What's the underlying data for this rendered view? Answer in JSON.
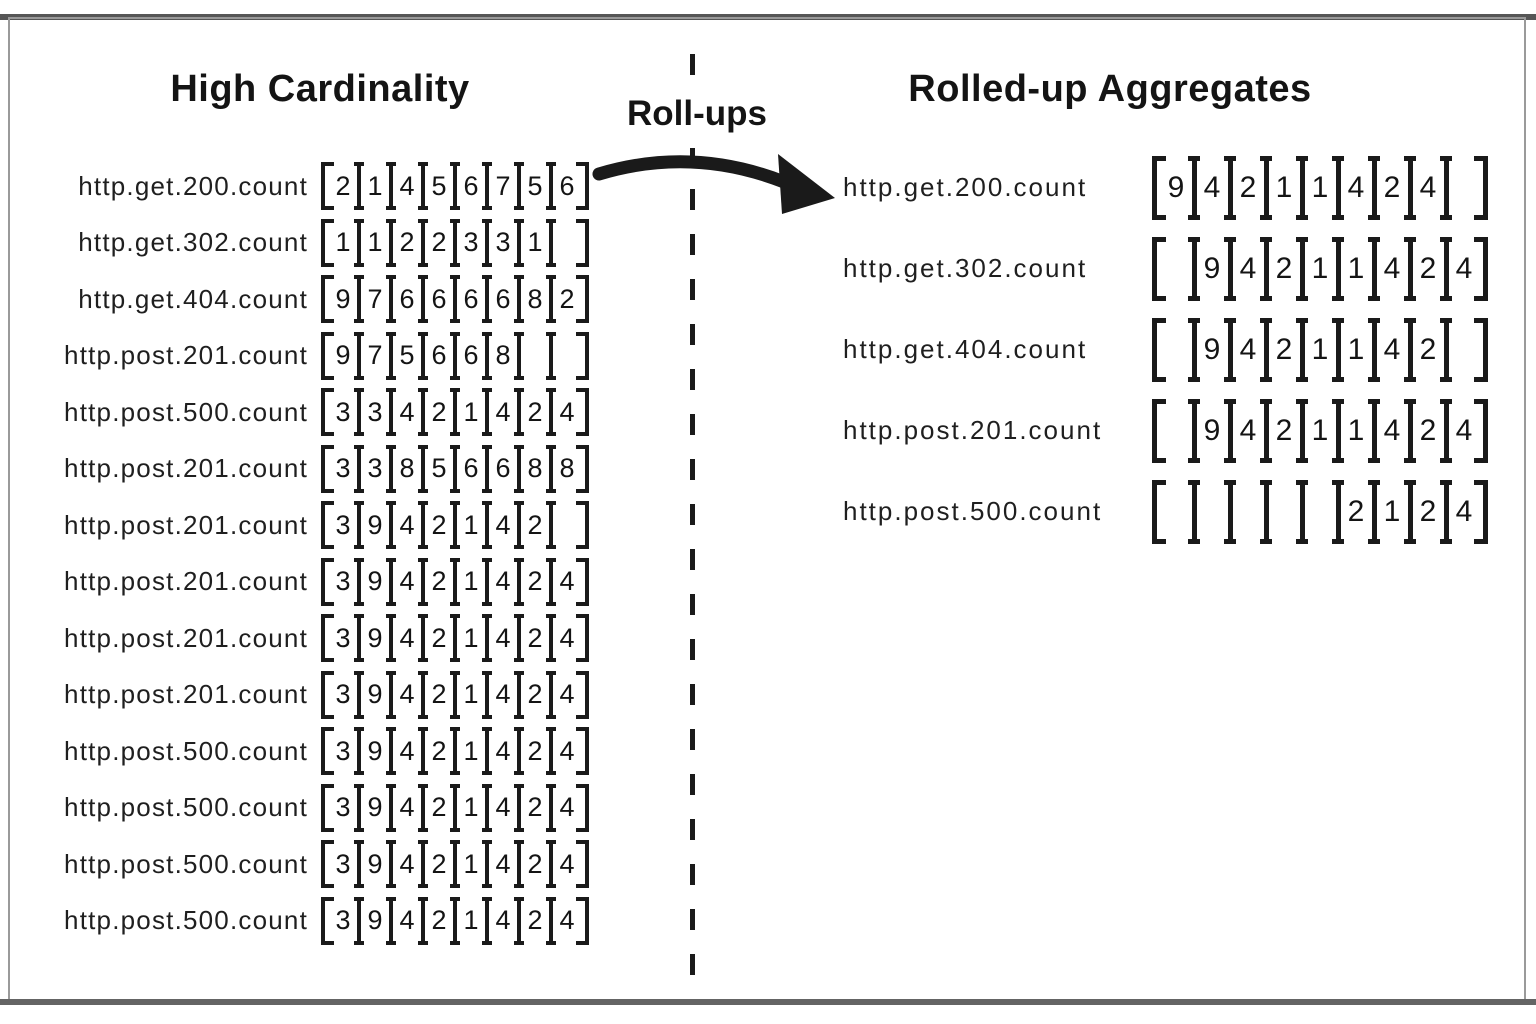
{
  "header": {
    "left_title": "High Cardinality",
    "divider_label": "Roll-ups",
    "right_title": "Rolled-up Aggregates"
  },
  "colors": {
    "ink": "#1a1a1a",
    "rule_gray": "#565656",
    "box_border": "#9a9a9a",
    "background": "#ffffff"
  },
  "left_panel": {
    "title": "High Cardinality",
    "rows": [
      {
        "label": "http.get.200.count",
        "cells": [
          "2",
          "1",
          "4",
          "5",
          "6",
          "7",
          "5",
          "6"
        ]
      },
      {
        "label": "http.get.302.count",
        "cells": [
          "1",
          "1",
          "2",
          "2",
          "3",
          "3",
          "1",
          ""
        ]
      },
      {
        "label": "http.get.404.count",
        "cells": [
          "9",
          "7",
          "6",
          "6",
          "6",
          "6",
          "8",
          "2"
        ]
      },
      {
        "label": "http.post.201.count",
        "cells": [
          "9",
          "7",
          "5",
          "6",
          "6",
          "8",
          "",
          ""
        ]
      },
      {
        "label": "http.post.500.count",
        "cells": [
          "3",
          "3",
          "4",
          "2",
          "1",
          "4",
          "2",
          "4"
        ]
      },
      {
        "label": "http.post.201.count",
        "cells": [
          "3",
          "3",
          "8",
          "5",
          "6",
          "6",
          "8",
          "8"
        ]
      },
      {
        "label": "http.post.201.count",
        "cells": [
          "3",
          "9",
          "4",
          "2",
          "1",
          "4",
          "2",
          ""
        ]
      },
      {
        "label": "http.post.201.count",
        "cells": [
          "3",
          "9",
          "4",
          "2",
          "1",
          "4",
          "2",
          "4"
        ]
      },
      {
        "label": "http.post.201.count",
        "cells": [
          "3",
          "9",
          "4",
          "2",
          "1",
          "4",
          "2",
          "4"
        ]
      },
      {
        "label": "http.post.201.count",
        "cells": [
          "3",
          "9",
          "4",
          "2",
          "1",
          "4",
          "2",
          "4"
        ]
      },
      {
        "label": "http.post.500.count",
        "cells": [
          "3",
          "9",
          "4",
          "2",
          "1",
          "4",
          "2",
          "4"
        ]
      },
      {
        "label": "http.post.500.count",
        "cells": [
          "3",
          "9",
          "4",
          "2",
          "1",
          "4",
          "2",
          "4"
        ]
      },
      {
        "label": "http.post.500.count",
        "cells": [
          "3",
          "9",
          "4",
          "2",
          "1",
          "4",
          "2",
          "4"
        ]
      },
      {
        "label": "http.post.500.count",
        "cells": [
          "3",
          "9",
          "4",
          "2",
          "1",
          "4",
          "2",
          "4"
        ]
      }
    ]
  },
  "right_panel": {
    "title": "Rolled-up Aggregates",
    "rows": [
      {
        "label": "http.get.200.count",
        "cells": [
          "9",
          "4",
          "2",
          "1",
          "1",
          "4",
          "2",
          "4",
          ""
        ]
      },
      {
        "label": "http.get.302.count",
        "cells": [
          "",
          "9",
          "4",
          "2",
          "1",
          "1",
          "4",
          "2",
          "4"
        ]
      },
      {
        "label": "http.get.404.count",
        "cells": [
          "",
          "9",
          "4",
          "2",
          "1",
          "1",
          "4",
          "2",
          ""
        ]
      },
      {
        "label": "http.post.201.count",
        "cells": [
          "",
          "9",
          "4",
          "2",
          "1",
          "1",
          "4",
          "2",
          "4"
        ]
      },
      {
        "label": "http.post.500.count",
        "cells": [
          "",
          "",
          "",
          "",
          "",
          "2",
          "1",
          "2",
          "4"
        ]
      }
    ]
  }
}
